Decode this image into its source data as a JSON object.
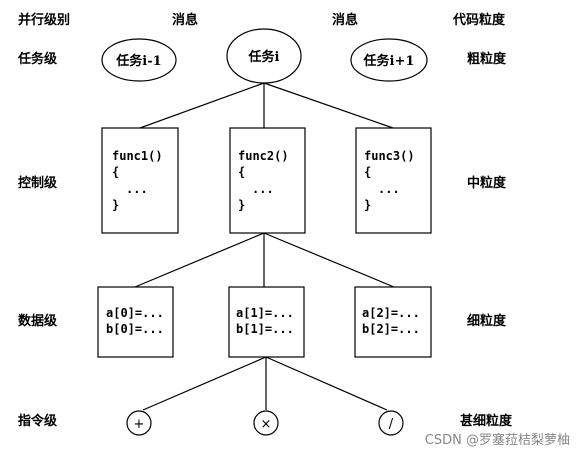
{
  "headers": {
    "parallel_level": "并行级别",
    "message_left": "消息",
    "message_right": "消息",
    "code_granularity": "代码粒度"
  },
  "levels": {
    "task": "任务级",
    "control": "控制级",
    "data": "数据级",
    "instruction": "指令级"
  },
  "granularity": {
    "coarse": "粗粒度",
    "medium": "中粒度",
    "fine": "细粒度",
    "very_fine": "甚细粒度"
  },
  "tasks": [
    "任务i-1",
    "任务i",
    "任务i+1"
  ],
  "functions": [
    {
      "name": "func1()",
      "open": "{",
      "body": "...",
      "close": "}"
    },
    {
      "name": "func2()",
      "open": "{",
      "body": "...",
      "close": "}"
    },
    {
      "name": "func3()",
      "open": "{",
      "body": "...",
      "close": "}"
    }
  ],
  "data_blocks": [
    {
      "line1": "a[0]=...",
      "line2": "b[0]=..."
    },
    {
      "line1": "a[1]=...",
      "line2": "b[1]=..."
    },
    {
      "line1": "a[2]=...",
      "line2": "b[2]=..."
    }
  ],
  "operators": [
    "+",
    "×",
    "/"
  ],
  "watermark": "CSDN @罗塞菈桔梨萝柚"
}
